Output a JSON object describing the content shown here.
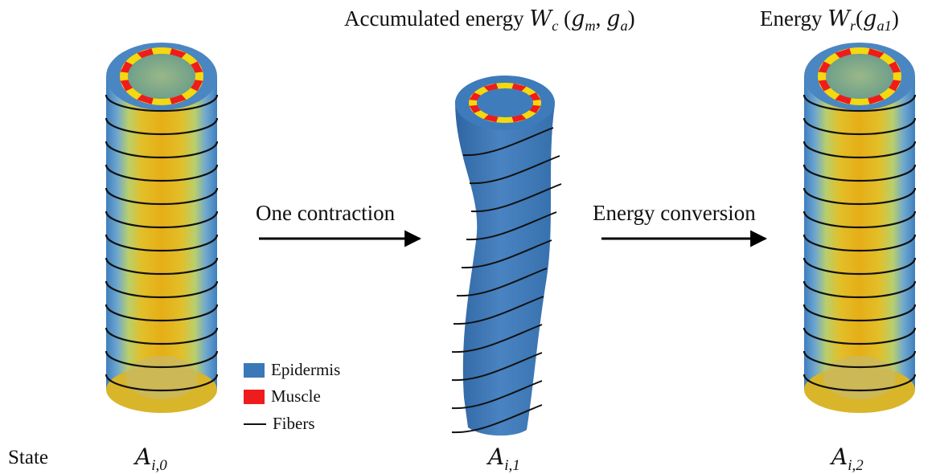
{
  "titles": {
    "accumulated": {
      "text": "Accumulated energy",
      "symbol": "W",
      "symbol_sub": "c",
      "args_open": "(",
      "arg1": "g",
      "arg1_sub": "m",
      "sep": ",",
      "arg2": "g",
      "arg2_sub": "a",
      "args_close": ")"
    },
    "energy": {
      "text": "Energy",
      "symbol": "W",
      "symbol_sub": "r",
      "args_open": "(",
      "arg1": "g",
      "arg1_sub": "a1",
      "args_close": ")"
    }
  },
  "steps": {
    "contraction": "One contraction",
    "conversion": "Energy conversion"
  },
  "legend": {
    "epidermis": "Epidermis",
    "muscle": "Muscle",
    "fibers": "Fibers"
  },
  "states": {
    "label": "State",
    "a0": {
      "sym": "A",
      "sub": "i,0"
    },
    "a1": {
      "sym": "A",
      "sub": "i,1"
    },
    "a2": {
      "sym": "A",
      "sub": "i,2"
    }
  },
  "colors": {
    "epidermis": "#3a78b8",
    "muscle": "#ee1c1c",
    "yellow_layer": "#f5d80f",
    "inner_gold": "#e8b418",
    "fiber": "#111111",
    "arrow": "#000000"
  }
}
